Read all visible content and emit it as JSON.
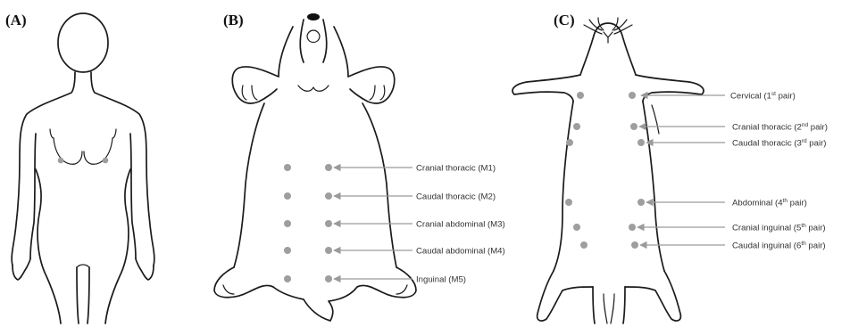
{
  "panels": {
    "a": {
      "label": "(A)",
      "subject": "human female",
      "gland_pairs": 1
    },
    "b": {
      "label": "(B)",
      "subject": "dog",
      "glands": [
        {
          "name": "Cranial thoracic (M1)"
        },
        {
          "name": "Caudal thoracic (M2)"
        },
        {
          "name": "Cranial abdominal (M3)"
        },
        {
          "name": "Caudal abdominal (M4)"
        },
        {
          "name": "Inguinal (M5)"
        }
      ]
    },
    "c": {
      "label": "(C)",
      "subject": "rodent",
      "glands": [
        {
          "name": "Cervical (1",
          "ord": "st",
          "tail": " pair)"
        },
        {
          "name": "Cranial thoracic (2",
          "ord": "nd",
          "tail": " pair)"
        },
        {
          "name": "Caudal thoracic (3",
          "ord": "rd",
          "tail": " pair)"
        },
        {
          "name": "Abdominal (4",
          "ord": "th",
          "tail": " pair)"
        },
        {
          "name": "Cranial inguinal (5",
          "ord": "th",
          "tail": " pair)"
        },
        {
          "name": "Caudal inguinal (6",
          "ord": "th",
          "tail": " pair)"
        }
      ]
    }
  },
  "colors": {
    "outline": "#1b1b1b",
    "gland": "#9e9e9e",
    "arrow": "#9a9a9a"
  }
}
